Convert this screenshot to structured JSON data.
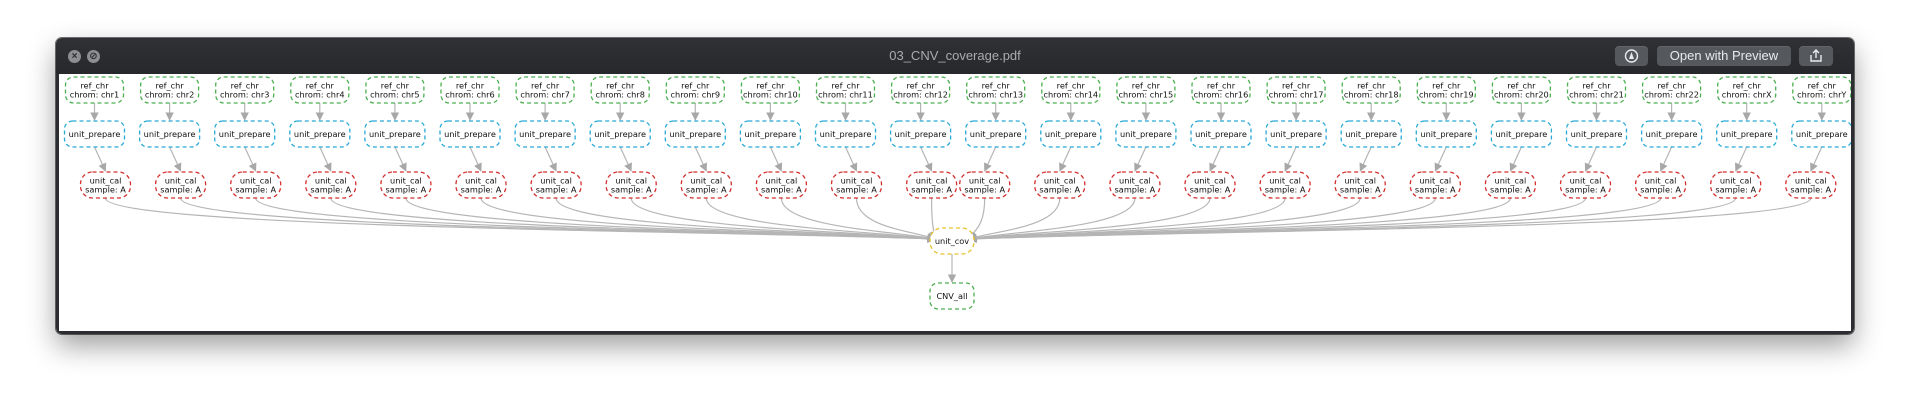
{
  "window": {
    "title": "03_CNV_coverage.pdf",
    "close_icon": "close-icon",
    "minimize_icon": "minimize-icon",
    "toolbar": {
      "annotate_icon": "markup-icon",
      "open_label": "Open with Preview",
      "share_icon": "share-icon"
    }
  },
  "diagram": {
    "colors": {
      "ref": "#4caf50",
      "prepare": "#29a9d6",
      "cal": "#d32f2f",
      "cov": "#e6c229",
      "all": "#4caf50",
      "edge": "#b5b5b5"
    },
    "ref_nodes": [
      {
        "line1": "ref_chr",
        "line2": "chrom: chr1"
      },
      {
        "line1": "ref_chr",
        "line2": "chrom: chr2"
      },
      {
        "line1": "ref_chr",
        "line2": "chrom: chr3"
      },
      {
        "line1": "ref_chr",
        "line2": "chrom: chr4"
      },
      {
        "line1": "ref_chr",
        "line2": "chrom: chr5"
      },
      {
        "line1": "ref_chr",
        "line2": "chrom: chr6"
      },
      {
        "line1": "ref_chr",
        "line2": "chrom: chr7"
      },
      {
        "line1": "ref_chr",
        "line2": "chrom: chr8"
      },
      {
        "line1": "ref_chr",
        "line2": "chrom: chr9"
      },
      {
        "line1": "ref_chr",
        "line2": "chrom: chr10"
      },
      {
        "line1": "ref_chr",
        "line2": "chrom: chr11"
      },
      {
        "line1": "ref_chr",
        "line2": "chrom: chr12"
      },
      {
        "line1": "ref_chr",
        "line2": "chrom: chr13"
      },
      {
        "line1": "ref_chr",
        "line2": "chrom: chr14"
      },
      {
        "line1": "ref_chr",
        "line2": "chrom: chr15"
      },
      {
        "line1": "ref_chr",
        "line2": "chrom: chr16"
      },
      {
        "line1": "ref_chr",
        "line2": "chrom: chr17"
      },
      {
        "line1": "ref_chr",
        "line2": "chrom: chr18"
      },
      {
        "line1": "ref_chr",
        "line2": "chrom: chr19"
      },
      {
        "line1": "ref_chr",
        "line2": "chrom: chr20"
      },
      {
        "line1": "ref_chr",
        "line2": "chrom: chr21"
      },
      {
        "line1": "ref_chr",
        "line2": "chrom: chr22"
      },
      {
        "line1": "ref_chr",
        "line2": "chrom: chrX"
      },
      {
        "line1": "ref_chr",
        "line2": "chrom: chrY"
      }
    ],
    "prepare_label": "unit_prepare",
    "cal_label": "unit_cal",
    "cal_sample": "sample: A",
    "cov_label": "unit_cov",
    "all_label": "CNV_all"
  }
}
